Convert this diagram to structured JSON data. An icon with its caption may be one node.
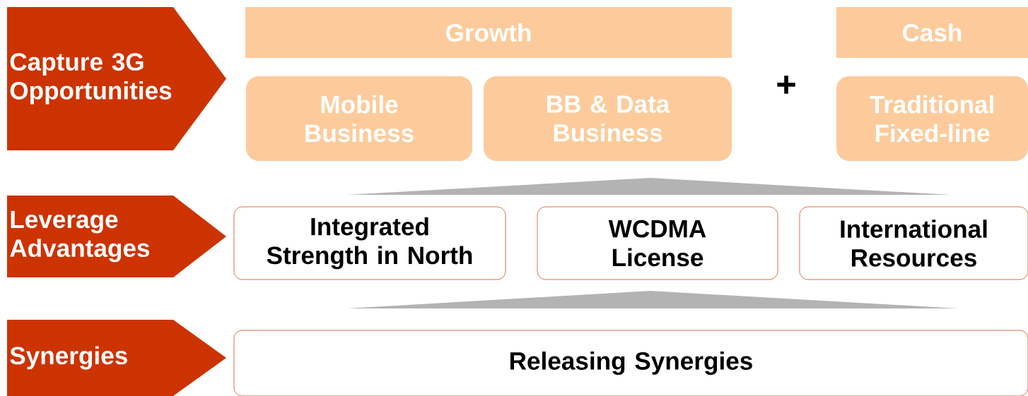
{
  "diagram": {
    "nodes": [
      {
        "text": [
          "Capture 3G Opportunities"
        ]
      },
      {
        "text": [
          "Leverage Advantages"
        ]
      },
      {
        "text": [
          "Synergies"
        ]
      },
      {
        "text": [
          "Growth"
        ]
      },
      {
        "text": [
          "Mobile Business"
        ]
      },
      {
        "text": [
          "BB & Data Business"
        ]
      },
      {
        "text": [
          "Cash"
        ]
      },
      {
        "text": [
          "Traditional Fixed-line"
        ]
      },
      {
        "text": [],
        "shape": "triangle"
      },
      {
        "text": [
          "Integrated Strength in North"
        ]
      },
      {
        "text": [
          "WCDMA License"
        ]
      },
      {
        "text": [
          "International Resources"
        ]
      },
      {
        "text": [],
        "shape": "triangle"
      },
      {
        "text": [
          "Releasing Synergies"
        ]
      }
    ],
    "labels": [
      "+"
    ]
  }
}
